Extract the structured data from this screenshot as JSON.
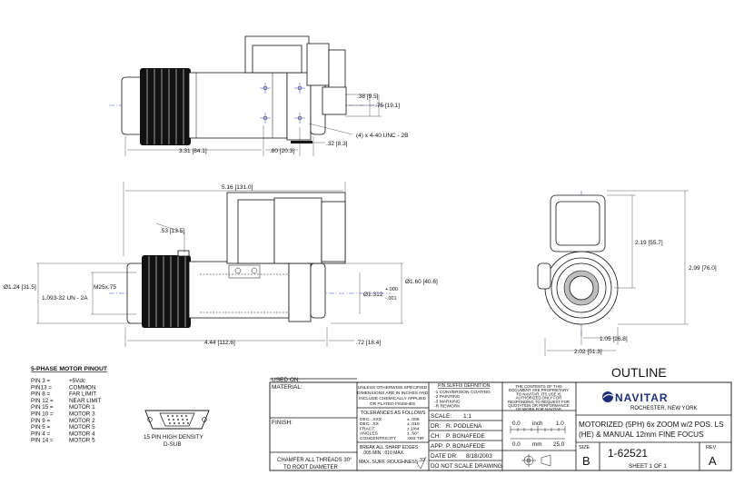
{
  "top_view": {
    "dims": {
      "overall": "3.31 [84.1]",
      "offset": ".80 [20.3]",
      "hole_off": ".32 [8.3]",
      "h1": ".38 [9.5]",
      "h2": ".75 [19.1]",
      "holes": "(4) x 4-40 UNC - 2B"
    }
  },
  "side_view": {
    "dims": {
      "length": "5.16 [131.0]",
      "knob": ".53 [13.5]",
      "dia_left": "Ø1.24 [31.5]",
      "thread_left": "1.093-32 UN - 2A",
      "thread_m": "M25x.75",
      "bore_nominal": "Ø1.312",
      "tol_plus": "+.000",
      "tol_minus": "-.001",
      "dia_right": "Ø1.60 [40.6]",
      "lower_length": "4.44 [112.6]",
      "end_len": ".72 [18.4]"
    }
  },
  "end_view": {
    "dims": {
      "h_small": "2.19 [55.7]",
      "h_total": "2.99 [76.0]",
      "w_half": "1.05 [26.8]",
      "w_total": "2.02 [51.3]"
    }
  },
  "pinout": {
    "title": "5-PHASE MOTOR PINOUT",
    "pins": [
      {
        "pin": "PIN 3 =",
        "sig": "+5Vdc"
      },
      {
        "pin": "PIN13 =",
        "sig": "COMMON"
      },
      {
        "pin": "PIN 8 =",
        "sig": "FAR LIMIT"
      },
      {
        "pin": "PIN 12 =",
        "sig": "NEAR LIMIT"
      },
      {
        "pin": "PIN 15 =",
        "sig": "MOTOR 1"
      },
      {
        "pin": "PIN 10 =",
        "sig": "MOTOR 3"
      },
      {
        "pin": "PIN 9 =",
        "sig": "MOTOR 2"
      },
      {
        "pin": "PIN 5 =",
        "sig": "MOTOR 5"
      },
      {
        "pin": "PIN 4 =",
        "sig": "MOTOR 4"
      },
      {
        "pin": "PIN 14 =",
        "sig": "MOTOR 5"
      }
    ],
    "connector_line1": "15 PIN HIGH DENSITY",
    "connector_line2": "D-SUB"
  },
  "title_block": {
    "used_on": "USED ON:",
    "material": "MATERIAL:",
    "finish": "FINISH:",
    "chamfer1": "CHAMFER ALL THREADS 30°",
    "chamfer2": "TO ROOT DIAMETER",
    "unless": [
      "UNLESS OTHERWISE SPECIFIED",
      "DIMENSIONS ARE IN INCHES AND",
      "INCLUDE CHEMICALLY APPLIED",
      "OR PLATED FINISHES"
    ],
    "tol_title": "TOLERANCES AS FOLLOWS",
    "tol_rows": [
      {
        "k": "DEC.   .XXX",
        "v": "± .005"
      },
      {
        "k": "DEC.   .XX",
        "v": "± .010"
      },
      {
        "k": "FRACT.",
        "v": "± 1/64"
      },
      {
        "k": "ANGLES",
        "v": "± .50°"
      },
      {
        "k": "CONCENTRICITY",
        "v": ".003 TIR"
      }
    ],
    "edges1": "BREAK ALL SHARP EDGES",
    "edges2": ".005 MIN. .010 MAX.",
    "rough": "MAX. SURF. ROUGHNESS:",
    "rough_val": "32",
    "suffix_title": "P/N SUFFIX DEFINITION",
    "suffixes": [
      "-1  CONVERSION COATING",
      "-2  PAINTING",
      "-3  MARKING",
      "-R  REWORK"
    ],
    "scale_label": "SCALE:",
    "scale_val": "1:1",
    "dr_label": "DR:",
    "dr_val": "R. PODLENA",
    "ch_label": "CH:",
    "ch_val": "P. BONAFEDE",
    "app_label": "APP:",
    "app_val": "P. BONAFEDE",
    "date_label": "DATE DR:",
    "date_val": "8/18/2003",
    "noscale": "DO NOT SCALE DRAWING",
    "proprietary": [
      "THE CONTENTS OF THIS",
      "DOCUMENT ARE PROPRIETARY",
      "TO NAVITAR. ITS USE IS",
      "AUTHORIZED ONLY FOR",
      "RESPONDING TO REQUEST FOR",
      "QUOTATION OR PERFORMANCE",
      "OF WORK FOR NAVITAR"
    ],
    "ruler_in": [
      "0.0",
      "inch",
      "1.0"
    ],
    "ruler_mm": [
      "0.0",
      "mm",
      "25.0"
    ],
    "sheet_title": "OUTLINE",
    "company": "NAVITAR",
    "location": "ROCHESTER, NEW YORK",
    "desc1": "MOTORIZED (5PH) 6x ZOOM w/2 POS. LS",
    "desc2": "(HE) & MANUAL 12mm FINE FOCUS",
    "size_label": "SIZE",
    "size_val": "B",
    "part_no": "1-62521",
    "rev_label": "REV",
    "rev_val": "A",
    "sheet": "SHEET  1  OF  1"
  }
}
